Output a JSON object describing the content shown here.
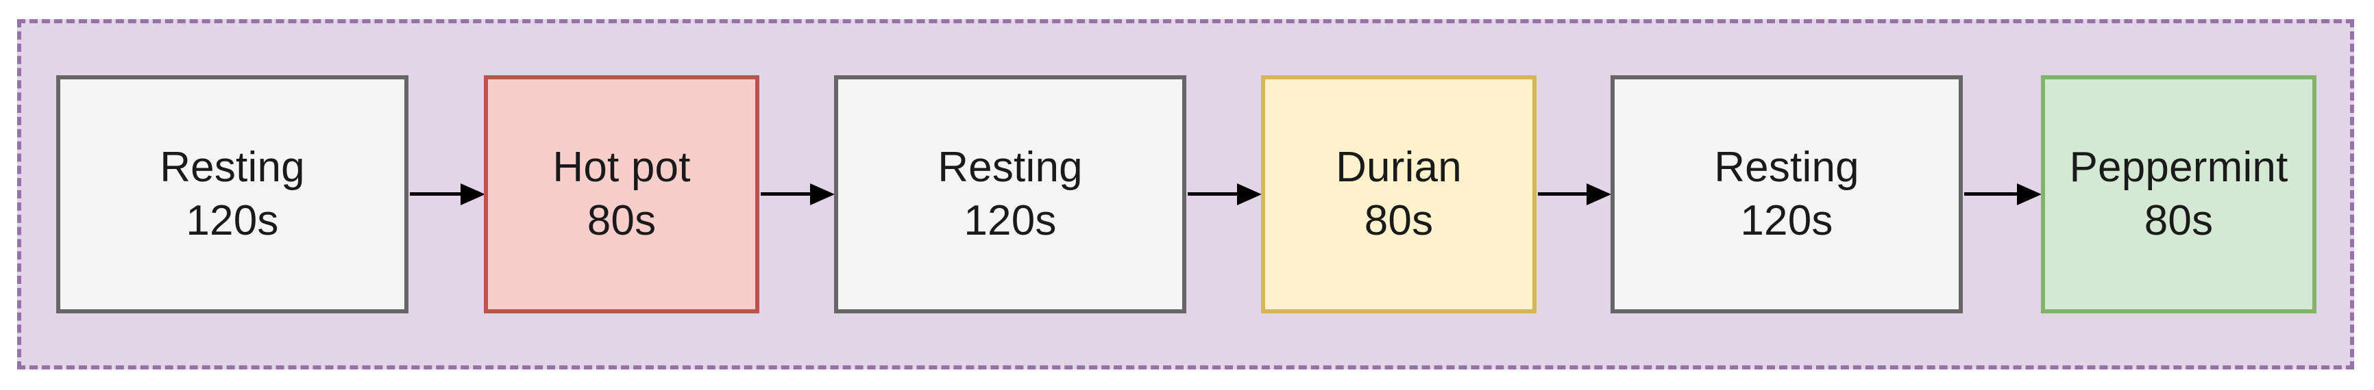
{
  "diagram": {
    "type": "flowchart",
    "title": "",
    "container": {
      "name": "session-timeline",
      "fill_color": "#E1D5E7",
      "border_color": "#9673A6",
      "border_style": "dashed"
    },
    "nodes": [
      {
        "id": "rest-1",
        "label": "Resting",
        "duration": "120s",
        "fill_color": "#F5F5F5",
        "border_color": "#666666"
      },
      {
        "id": "hotpot",
        "label": "Hot pot",
        "duration": "80s",
        "fill_color": "#F8CECC",
        "border_color": "#B85450"
      },
      {
        "id": "rest-2",
        "label": "Resting",
        "duration": "120s",
        "fill_color": "#F5F5F5",
        "border_color": "#666666"
      },
      {
        "id": "durian",
        "label": "Durian",
        "duration": "80s",
        "fill_color": "#FFF2CC",
        "border_color": "#D6B656"
      },
      {
        "id": "rest-3",
        "label": "Resting",
        "duration": "120s",
        "fill_color": "#F5F5F5",
        "border_color": "#666666"
      },
      {
        "id": "peppermint",
        "label": "Peppermint",
        "duration": "80s",
        "fill_color": "#D5E8D4",
        "border_color": "#82B366"
      }
    ],
    "edges": [
      {
        "from": "rest-1",
        "to": "hotpot",
        "arrow": "right"
      },
      {
        "from": "hotpot",
        "to": "rest-2",
        "arrow": "right"
      },
      {
        "from": "rest-2",
        "to": "durian",
        "arrow": "right"
      },
      {
        "from": "durian",
        "to": "rest-3",
        "arrow": "right"
      },
      {
        "from": "rest-3",
        "to": "peppermint",
        "arrow": "right"
      }
    ]
  }
}
